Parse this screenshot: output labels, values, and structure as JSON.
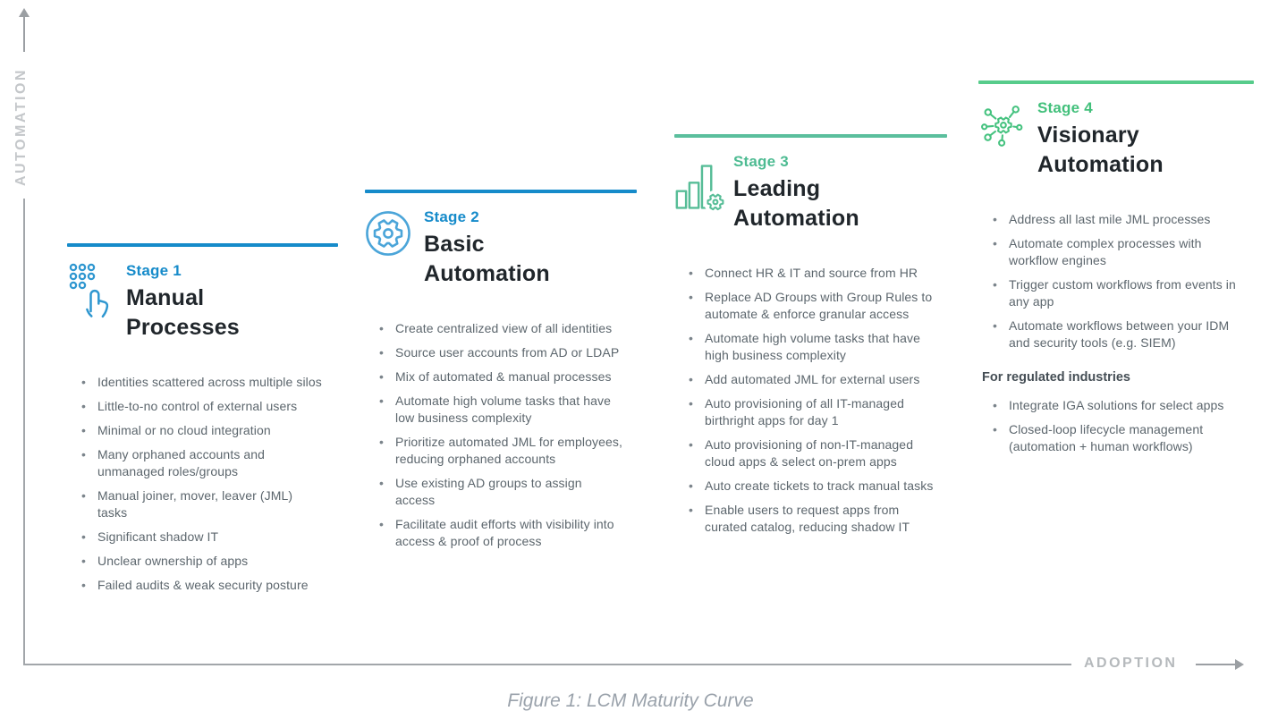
{
  "figure": {
    "caption": "Figure 1: LCM Maturity Curve"
  },
  "axes": {
    "y_label": "AUTOMATION",
    "x_label": "ADOPTION"
  },
  "colors": {
    "stage1_accent": "#168bca",
    "stage2_accent": "#168bca",
    "stage2_icon_blue": "#4ba5d9",
    "stage3_accent": "#57bd97",
    "stage4_accent": "#57cc8b",
    "title_text": "#20262b",
    "body_text": "#5c666d",
    "axis_gray": "#a2a6aa"
  },
  "stages": [
    {
      "label": "Stage 1",
      "title": "Manual Processes",
      "title_lines": [
        "Manual",
        "Processes"
      ],
      "icon": "keypad-tap-icon",
      "bullets": [
        "Identities scattered across multiple silos",
        "Little-to-no control of external users",
        "Minimal or no cloud integration",
        "Many orphaned accounts and unmanaged roles/groups",
        "Manual joiner, mover, leaver (JML) tasks",
        "Significant shadow IT",
        "Unclear ownership of apps",
        "Failed audits & weak security posture"
      ]
    },
    {
      "label": "Stage 2",
      "title": "Basic Automation",
      "title_lines": [
        "Basic",
        "Automation"
      ],
      "icon": "gear-circle-icon",
      "bullets": [
        "Create centralized view of all identities",
        "Source user accounts from AD or LDAP",
        "Mix of automated & manual processes",
        "Automate high volume tasks that have low business complexity",
        "Prioritize automated JML for employees, reducing orphaned accounts",
        "Use existing AD groups to assign access",
        "Facilitate audit efforts with visibility into access & proof of process"
      ]
    },
    {
      "label": "Stage 3",
      "title": "Leading Automation",
      "title_lines": [
        "Leading",
        "Automation"
      ],
      "icon": "bar-chart-gear-icon",
      "bullets": [
        "Connect HR & IT and source from HR",
        "Replace AD Groups with Group Rules to automate & enforce granular access",
        "Automate high volume tasks that have high business complexity",
        "Add automated JML for external users",
        "Auto provisioning of all IT-managed birthright apps for day 1",
        "Auto provisioning of non-IT-managed cloud apps & select on-prem apps",
        "Auto create tickets to track manual tasks",
        "Enable users to request apps from curated catalog, reducing shadow IT"
      ]
    },
    {
      "label": "Stage 4",
      "title": "Visionary Automation",
      "title_lines": [
        "Visionary",
        "Automation"
      ],
      "icon": "network-gear-icon",
      "bullets": [
        "Address all last mile JML processes",
        "Automate complex processes with workflow engines",
        "Trigger custom workflows from events in any app",
        "Automate workflows between your IDM and security tools (e.g. SIEM)"
      ],
      "subheading": "For regulated industries",
      "sub_bullets": [
        "Integrate IGA solutions for select apps",
        "Closed-loop lifecycle management (automation + human workflows)"
      ]
    }
  ]
}
